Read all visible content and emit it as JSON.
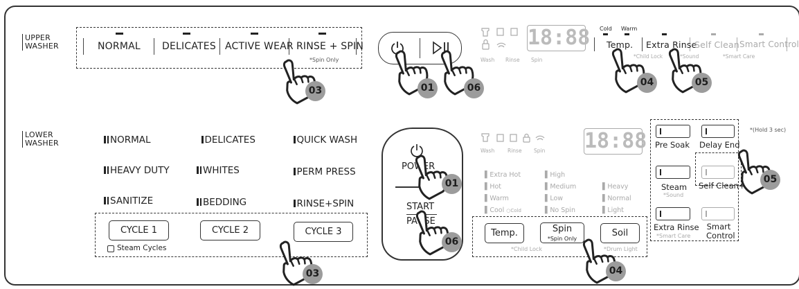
{
  "upper": {
    "label": "UPPER\nWASHER",
    "cycles": [
      "NORMAL",
      "DELICATES",
      "ACTIVE WEAR",
      "RINSE + SPIN"
    ],
    "spin_only_note": "*Spin Only",
    "display": "18:88",
    "stage_labels": [
      "Wash",
      "Rinse",
      "Spin"
    ],
    "temp_small": [
      "Cold",
      "Warm"
    ],
    "options": [
      "Temp.",
      "Extra Rinse",
      "Self Clean",
      "Smart Control"
    ],
    "option_notes": [
      "*Child Lock",
      "*Sound",
      "*Smart Care"
    ]
  },
  "lower": {
    "label": "LOWER\nWASHER",
    "cycles": [
      "NORMAL",
      "DELICATES",
      "QUICK WASH",
      "HEAVY DUTY",
      "WHITES",
      "PERM PRESS",
      "SANITIZE",
      "BEDDING",
      "RINSE+SPIN"
    ],
    "cycle_buttons": [
      "CYCLE 1",
      "CYCLE 2",
      "CYCLE 3"
    ],
    "steam_cycles_note": "Steam Cycles",
    "power_label": "POWER",
    "start_label": "START",
    "pause_label": "PAUSE",
    "display": "18:88",
    "stage_labels": [
      "Wash",
      "Rinse",
      "Spin"
    ],
    "temp_levels": [
      "Extra Hot",
      "Hot",
      "Warm",
      "Cool"
    ],
    "cold_note": "Cold",
    "spin_levels": [
      "High",
      "Medium",
      "Low",
      "No Spin"
    ],
    "soil_levels": [
      "Heavy",
      "Normal",
      "Light"
    ],
    "temp_button": "Temp.",
    "spin_button": "Spin",
    "spin_button_note": "*Spin Only",
    "soil_button": "Soil",
    "child_lock_note": "*Child Lock",
    "drum_light_note": "*Drum Light",
    "side_options": [
      "Pre Soak",
      "Delay End",
      "Steam",
      "Self Clean+",
      "Extra Rinse",
      "Smart Control"
    ],
    "steam_note": "*Sound",
    "extra_rinse_note": "*Smart Care",
    "hold_note": "*(Hold 3 sec)"
  },
  "callouts": [
    "01",
    "06",
    "03",
    "04",
    "05",
    "01",
    "06",
    "03",
    "04",
    "05"
  ]
}
